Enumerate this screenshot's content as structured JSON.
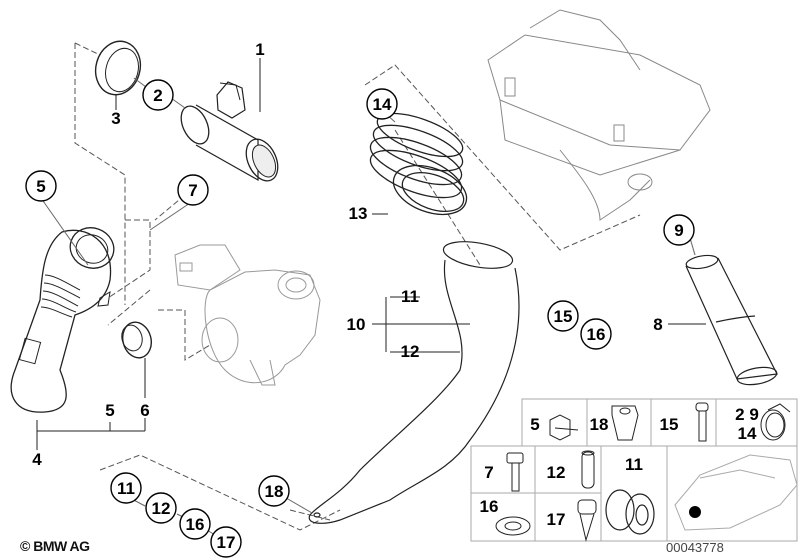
{
  "diagram": {
    "title": "BMW intake air duct / turbocharger parts diagram",
    "copyright": "© BMW AG",
    "document_number": "00043778",
    "circled_callouts": [
      {
        "id": "c2",
        "label": "2"
      },
      {
        "id": "c5",
        "label": "5"
      },
      {
        "id": "c7",
        "label": "7"
      },
      {
        "id": "c14",
        "label": "14"
      },
      {
        "id": "c9",
        "label": "9"
      },
      {
        "id": "c15",
        "label": "15"
      },
      {
        "id": "c16",
        "label": "16"
      },
      {
        "id": "c18",
        "label": "18"
      },
      {
        "id": "c11b",
        "label": "11"
      },
      {
        "id": "c12b",
        "label": "12"
      },
      {
        "id": "c16b",
        "label": "16"
      },
      {
        "id": "c17b",
        "label": "17"
      }
    ],
    "plain_labels": [
      {
        "id": "l1",
        "label": "1"
      },
      {
        "id": "l3",
        "label": "3"
      },
      {
        "id": "l4",
        "label": "4"
      },
      {
        "id": "l5",
        "label": "5"
      },
      {
        "id": "l6",
        "label": "6"
      },
      {
        "id": "l8",
        "label": "8"
      },
      {
        "id": "l10",
        "label": "10"
      },
      {
        "id": "l11",
        "label": "11"
      },
      {
        "id": "l12",
        "label": "12"
      },
      {
        "id": "l13",
        "label": "13"
      }
    ],
    "parts_grid": {
      "row1": [
        {
          "label": "5",
          "part": "clip"
        },
        {
          "label": "18",
          "part": "clip-nut"
        },
        {
          "label": "15",
          "part": "bolt"
        },
        {
          "label": "2  9",
          "label2": "14",
          "part": "hose-clamp"
        }
      ],
      "row2": [
        {
          "label": "7",
          "part": "hex-bolt"
        },
        {
          "label": "12",
          "part": "sleeve"
        },
        {
          "label": "11",
          "part": "rubber-mount"
        },
        {
          "label": "",
          "part": "vehicle-location"
        }
      ],
      "row3": [
        {
          "label": "16",
          "part": "washer"
        },
        {
          "label": "17",
          "part": "screw"
        }
      ]
    }
  }
}
